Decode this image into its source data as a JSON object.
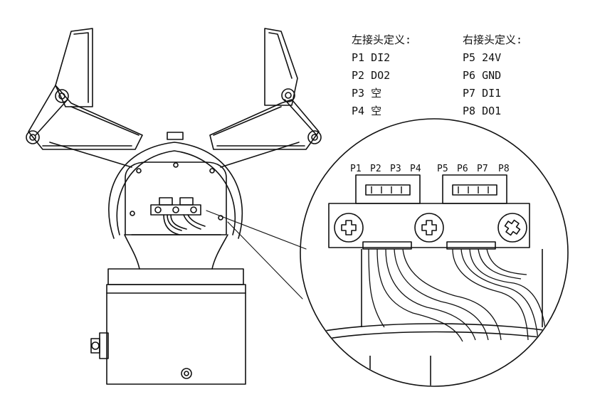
{
  "left_header": {
    "title": "左接头定义:",
    "pins": [
      "P1 DI2",
      "P2 DO2",
      "P3 空",
      "P4 空"
    ]
  },
  "right_header": {
    "title": "右接头定义:",
    "pins": [
      "P5 24V",
      "P6 GND",
      "P7 DI1",
      "P8 DO1"
    ]
  },
  "pin_labels": [
    "P1",
    "P2",
    "P3",
    "P4",
    "P5",
    "P6",
    "P7",
    "P8"
  ],
  "colors": {
    "line": "#111111",
    "background": "#ffffff"
  }
}
